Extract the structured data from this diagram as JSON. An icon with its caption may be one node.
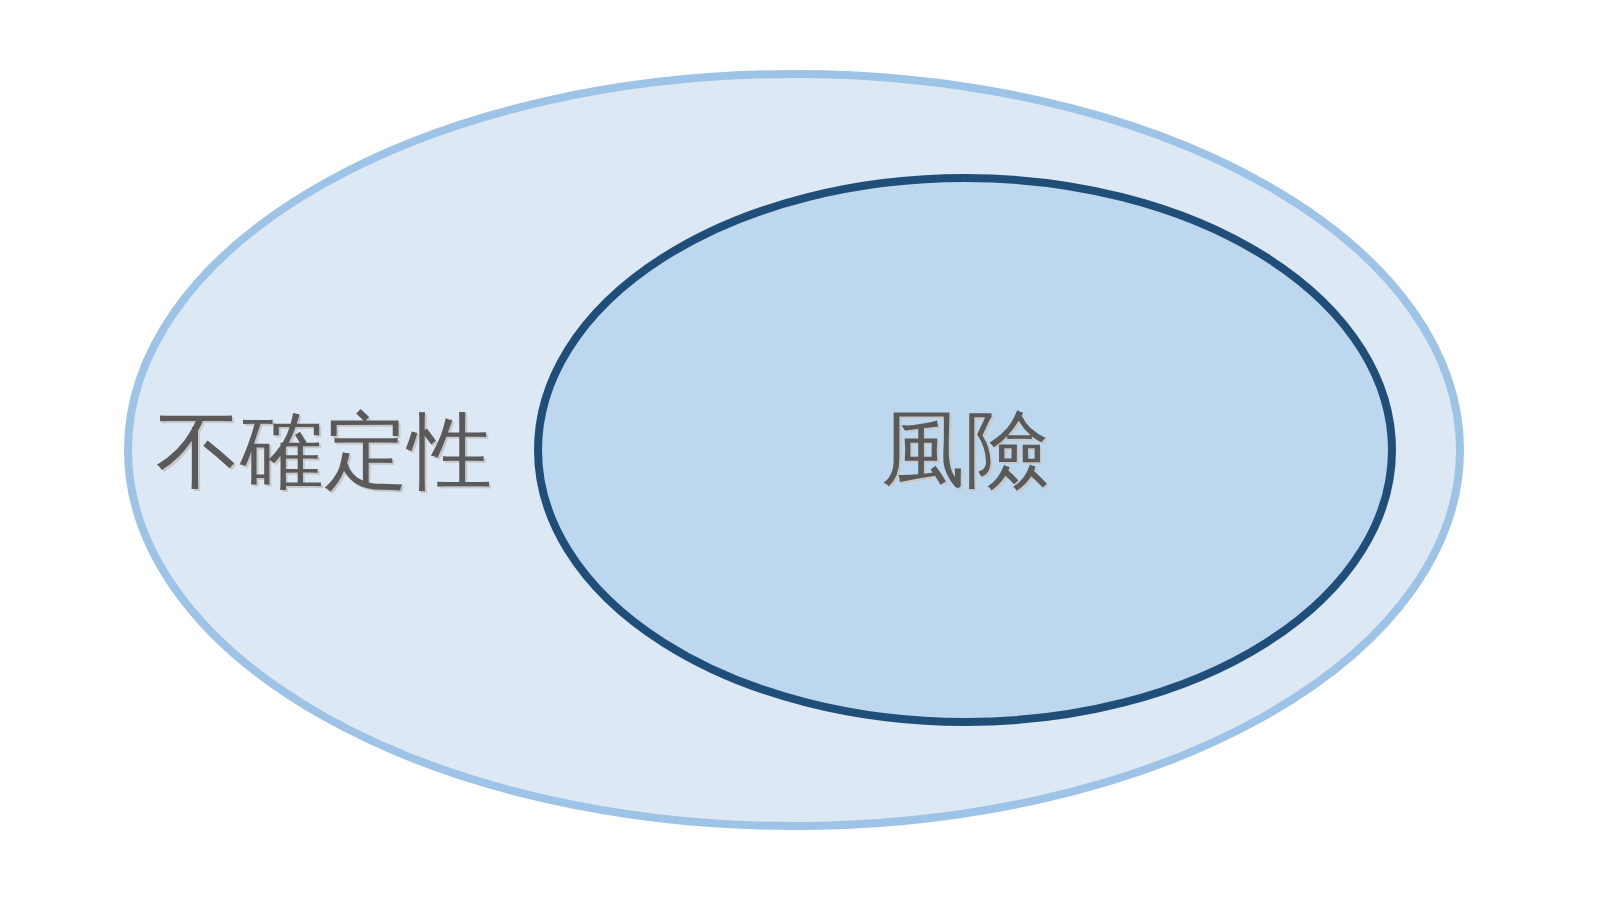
{
  "diagram": {
    "nodes": [
      {
        "text": [
          "不確定性"
        ]
      },
      {
        "text": [
          "風險"
        ],
        "in": 0
      }
    ],
    "edges": []
  }
}
